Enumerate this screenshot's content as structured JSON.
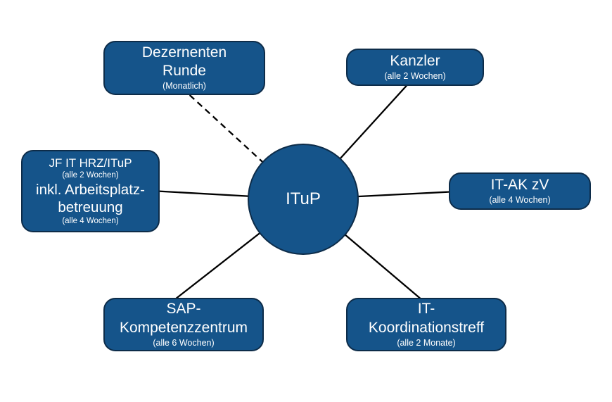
{
  "colors": {
    "box_fill": "#15548A",
    "box_border": "#0d2c49",
    "line_color": "#000000",
    "text_color": "#ffffff"
  },
  "diagram": {
    "center": {
      "label": "ITuP"
    },
    "nodes": [
      {
        "id": "dezernenten-runde",
        "title": "Dezernenten\nRunde",
        "subtitle": "(Monatlich)",
        "connector": "dashed"
      },
      {
        "id": "kanzler",
        "title": "Kanzler",
        "subtitle": "(alle 2 Wochen)",
        "connector": "solid"
      },
      {
        "id": "jf-it-hrz-itup",
        "title": "JF IT HRZ/ITuP",
        "subtitle": "(alle 2 Wochen)",
        "title2": "inkl. Arbeitsplatz-\nbetreuung",
        "subtitle2": "(alle 4 Wochen)",
        "connector": "solid"
      },
      {
        "id": "it-ak-zv",
        "title": "IT-AK zV",
        "subtitle": "(alle 4 Wochen)",
        "connector": "solid"
      },
      {
        "id": "sap-kompetenzzentrum",
        "title": "SAP-\nKompetenzzentrum",
        "subtitle": "(alle 6 Wochen)",
        "connector": "solid"
      },
      {
        "id": "it-koordinationstreff",
        "title": "IT-\nKoordinationstreff",
        "subtitle": "(alle 2 Monate)",
        "connector": "solid"
      }
    ]
  }
}
